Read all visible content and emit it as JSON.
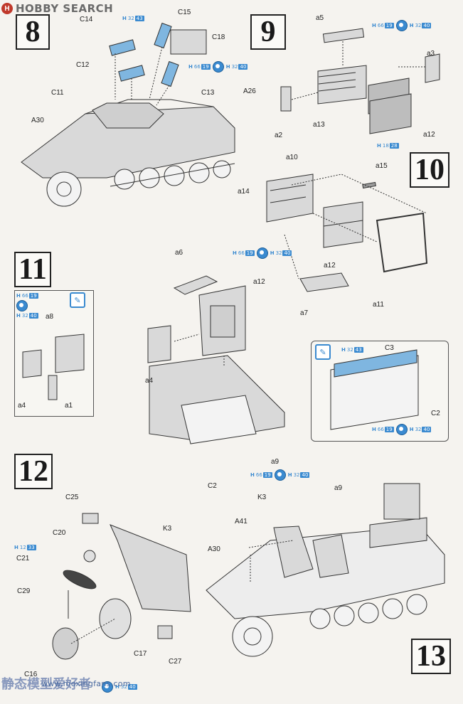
{
  "header": {
    "site_logo_text": "HOBBY SEARCH"
  },
  "steps": {
    "s8": "8",
    "s9": "9",
    "s10": "10",
    "s11": "11",
    "s12": "12",
    "s13": "13"
  },
  "labels": {
    "C14": "C14",
    "C15": "C15",
    "C18": "C18",
    "C12": "C12",
    "C13": "C13",
    "C11": "C11",
    "A26": "A26",
    "A30a": "A30",
    "a5": "a5",
    "a3": "a3",
    "a2": "a2",
    "a13": "a13",
    "a12a": "a12",
    "a10": "a10",
    "a15": "a15",
    "a14": "a14",
    "a12b": "a12",
    "a7": "a7",
    "a11": "a11",
    "a6": "a6",
    "a12c": "a12",
    "a8": "a8",
    "a4a": "a4",
    "a1": "a1",
    "a4b": "a4",
    "C3": "C3",
    "C2a": "C2",
    "a9a": "a9",
    "C2b": "C2",
    "C25": "C25",
    "C20": "C20",
    "C21": "C21",
    "K3a": "K3",
    "C29": "C29",
    "C17": "C17",
    "C16": "C16",
    "C27": "C27",
    "a9b": "a9",
    "K3b": "K3",
    "A41": "A41",
    "A30b": "A30"
  },
  "paint": {
    "h": "H",
    "c15": {
      "code": "32",
      "num": "43"
    },
    "c13_a": {
      "code": "66",
      "num": "19"
    },
    "c13_b": {
      "code": "32",
      "num": "40"
    },
    "s9_a": {
      "code": "66",
      "num": "19"
    },
    "s9_b": {
      "code": "32",
      "num": "40"
    },
    "s9_c": {
      "code": "18",
      "num": "28"
    },
    "s10_a": {
      "code": "66",
      "num": "19"
    },
    "s10_b": {
      "code": "32",
      "num": "40"
    },
    "s11_a": {
      "code": "66",
      "num": "19"
    },
    "s11_b": {
      "code": "32",
      "num": "40"
    },
    "c3": {
      "code": "32",
      "num": "43"
    },
    "c2_a": {
      "code": "66",
      "num": "19"
    },
    "c2_b": {
      "code": "32",
      "num": "40"
    },
    "a9_a": {
      "code": "66",
      "num": "19"
    },
    "a9_b": {
      "code": "32",
      "num": "40"
    },
    "c21": {
      "code": "12",
      "num": "33"
    },
    "bottom": {
      "code": "32",
      "num": "40"
    }
  },
  "watermark": {
    "cjk": "静态模型爱好者",
    "url": "www.moxingfans.com"
  },
  "colors": {
    "accent": "#3a8ad0",
    "light_blue": "#7fb6e0",
    "part_gray": "#d7d7d7"
  }
}
